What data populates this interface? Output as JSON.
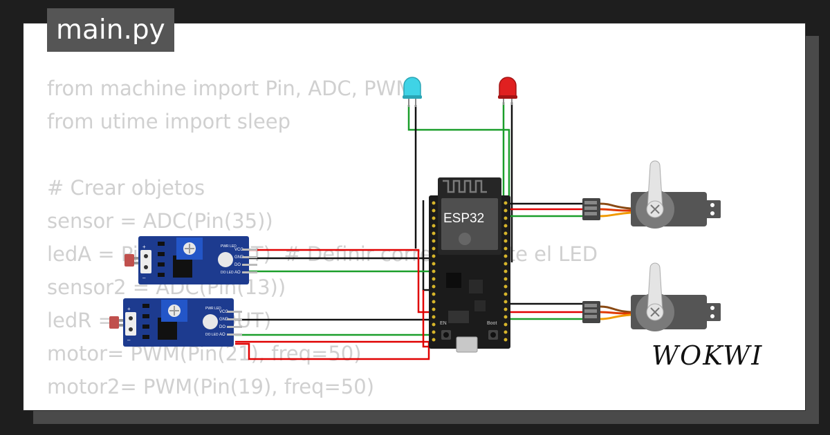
{
  "tab": {
    "title": "main.py"
  },
  "code_lines": [
    "from machine import Pin, ADC, PWM",
    "from utime import sleep",
    "",
    "# Crear objetos",
    "sensor = ADC(Pin(35))",
    "ledA = Pin(2, Pin.OUT)  # Definir correctamente el LED",
    "sensor2 = ADC(Pin(13))",
    "ledR = Pin(4, Pin.OUT)",
    "motor= PWM(Pin(21), freq=50)",
    "motor2= PWM(Pin(19), freq=50)"
  ],
  "board": {
    "label": "ESP32",
    "boot_label": "Boot",
    "en_label": "EN"
  },
  "sensor_module": {
    "pins": [
      "VCC",
      "GND",
      "DO",
      "AO"
    ],
    "pwr_label": "PWR LED",
    "do_label": "DO LED"
  },
  "brand": {
    "logo_text": "WOKWI"
  },
  "colors": {
    "background": "#1e1e1e",
    "card": "#ffffff",
    "tab": "#555555",
    "code_text": "#d0d0d0",
    "wire_red": "#e00000",
    "wire_green": "#1a9e2a",
    "wire_black": "#111111",
    "board": "#1b1b1b",
    "module": "#1d3b8f",
    "servo": "#555555",
    "led_blue": "#3fd3e6",
    "led_red": "#e02020"
  },
  "icons": [
    "wifi-chip-icon",
    "usb-port-icon",
    "potentiometer-icon"
  ]
}
